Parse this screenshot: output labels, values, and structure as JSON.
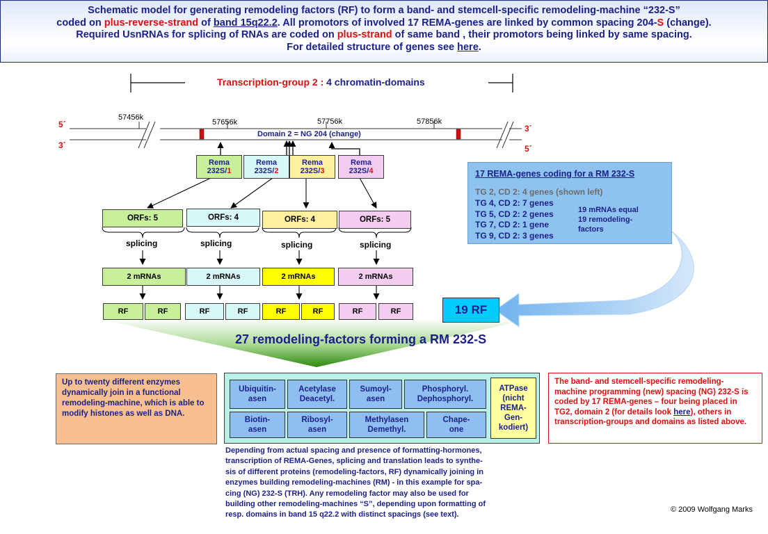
{
  "header": {
    "l1": "Schematic model for generating remodeling factors (RF) to form a band- and stemcell-specific remodeling-machine “232-S”",
    "l2a": "coded on ",
    "l2b": "plus-reverse-strand",
    "l2c": " of ",
    "l2d": "band 15q22.2",
    "l2e": ". All promotors of involved 17 REMA-genes are linked by common spacing 204-",
    "l2f": "S",
    "l2g": " (change).",
    "l3a": "Required UsnRNAs for splicing of RNAs are coded on ",
    "l3b": "plus-strand",
    "l3c": " of same band , their promotors being linked by same spacing.",
    "l4a": "For detailed structure of genes see ",
    "l4b": "here",
    "l4c": "."
  },
  "tg": {
    "a": "Transcription-group 2 :",
    "b": " 4 chromatin-domains"
  },
  "strands": {
    "p5l": "5´",
    "p3l": "3´",
    "p3r": "3´",
    "p5r": "5´"
  },
  "ticks": [
    "57456k",
    "57656k",
    "57756k",
    "57856k"
  ],
  "domain": "Domain 2  = NG 204 (change)",
  "rema": [
    {
      "a": "Rema",
      "b": "232S/",
      "n": "1"
    },
    {
      "a": "Rema",
      "b": "232S/",
      "n": "2"
    },
    {
      "a": "Rema",
      "b": "232S/",
      "n": "3"
    },
    {
      "a": "Rema",
      "b": "232S/",
      "n": "4"
    }
  ],
  "orfs": [
    "ORFs: 5",
    "ORFs: 4",
    "ORFs: 4",
    "ORFs: 5"
  ],
  "splicing": "splicing",
  "mrnas": [
    "2 mRNAs",
    "2  mRNAs",
    "2 mRNAs",
    "2 mRNAs"
  ],
  "rf": "RF",
  "rf19": "19 RF",
  "info": {
    "title": "17 REMA-genes coding for a RM 232-S",
    "gray": "TG 2, CD 2: 4 genes (shown left)",
    "rows": [
      "TG 4, CD 2: 7 genes",
      "TG 5, CD 2: 2 genes",
      "TG 7, CD 2: 1 gene",
      "TG 9, CD 2: 3 genes"
    ],
    "side": [
      "19 mRNAs equal",
      "19 remodeling-",
      "factors"
    ]
  },
  "main_title": "27 remodeling-factors  forming a RM 232-S",
  "left_box": "Up to twenty different enzymes dynamically join in a functional remodeling-machine, which is able to modify histones as well as DNA.",
  "enzymes": [
    [
      "Ubiquitin-",
      "asen"
    ],
    [
      "Acetylase",
      "Deacetyl."
    ],
    [
      "Sumoyl-",
      "asen"
    ],
    [
      "Phosphoryl.",
      "Dephosphoryl."
    ],
    [
      "Biotin-",
      "asen"
    ],
    [
      "Ribosyl-",
      "asen"
    ],
    [
      "Methylasen",
      "Demethyl."
    ],
    [
      "Chape-",
      "one"
    ]
  ],
  "atpase": [
    "ATPase",
    "(nicht",
    "REMA-",
    "Gen-",
    "kodiert)"
  ],
  "right_box": {
    "a": "The band- and stemcell-specific remodeling-machine programming (new) spacing (NG) 232-S is coded by 17 REMA-genes – four being placed in TG2, domain 2 (for details look ",
    "b": "here",
    "c": "), others in transcription-groups and domains as listed above."
  },
  "center_text": [
    "Depending from actual spacing and presence of formatting-hormones,",
    "transcription of REMA-Genes, splicing and translation leads to synthe-",
    "sis of different proteins (remodeling-factors, RF) dynamically joining in",
    "enzymes building remodeling-machines (RM) - in this example for spa-",
    "cing (NG) 232-S (TRH).   Any remodeling factor may also be used for",
    "building other remodeling-machines “S”, depending upon formatting of",
    "resp. domains in band 15 q22.2 with distinct spacings (see text)."
  ],
  "copyright": "© 2009 Wolfgang Marks",
  "colors": {
    "navy": "#1a1f8a",
    "red": "#e01010",
    "green": "#c8f09a",
    "cyan": "#d8f8f8",
    "yellow": "#fff0a0",
    "pink": "#f2cdf0",
    "blue": "#8fbff0"
  }
}
